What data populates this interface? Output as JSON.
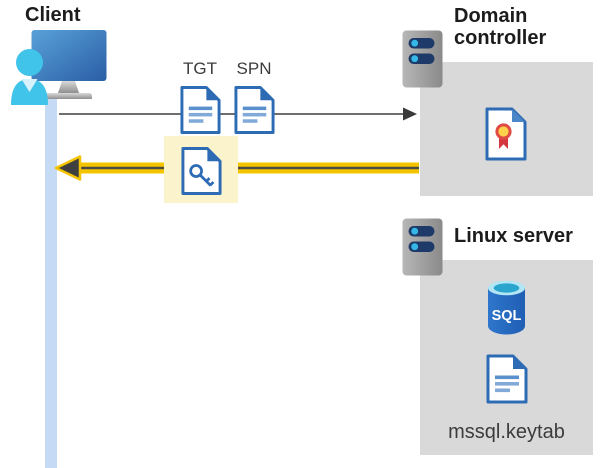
{
  "client": {
    "label": "Client"
  },
  "flow": {
    "tgt_label": "TGT",
    "spn_label": "SPN"
  },
  "domain_controller": {
    "label": "Domain controller"
  },
  "linux_server": {
    "label": "Linux server",
    "database_label": "SQL",
    "keytab_label": "mssql.keytab"
  },
  "colors": {
    "request_arrow_gray": "#595959",
    "response_arrow_yellow": "#f5c400",
    "arrowhead_dark": "#3f3f3f",
    "highlight_yellow": "#fbf3cc",
    "box_gray": "#d9d9d9",
    "document_blue": "#2d6cb4",
    "timeline_blue": "#c5daf5",
    "server_bar_navy": "#1e3a68",
    "server_dot_cyan": "#35b8e8",
    "sql_blue": "#2470c8",
    "person_cyan": "#40c4ea",
    "certificate_red": "#d4383f",
    "certificate_gold": "#ffd04a"
  }
}
